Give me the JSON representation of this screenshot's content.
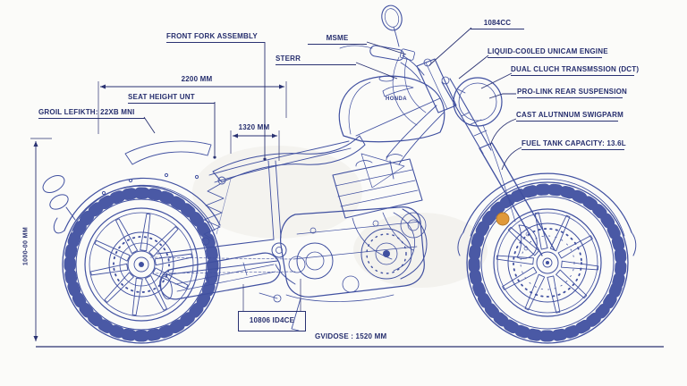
{
  "drawing": {
    "subject": "motorcycle technical blueprint",
    "brand": "HONDA",
    "labels": {
      "front_fork_assembly": "FRONT FORK ASSEMBLY",
      "steer": "STERR",
      "handlebar_callout": "MSME",
      "displacement": "1084CC",
      "engine": "LIQUID-CO0LED UNICAM ENGINE",
      "transmission": "DUAL CLUCH TRANSMSSION (DCT)",
      "rear_suspension": "PRO-LINK REAR SUSPENSION",
      "swingarm": "CAST ALUTNNUM SWIGPARM",
      "fuel_tank": "FUEL TANK CAPACITY: 13.6L",
      "seat_height": "SEAT HEIGHT UNT",
      "overall_length": "GROIL LEFIKTH: 22XB MNI",
      "dim_top": "2200 MM",
      "dim_seat": "1320 MM",
      "dim_height": "1000-00 MM",
      "part_code": "10806 ID4CE",
      "wheelbase": "GVIDOSE : 1520 MM"
    },
    "colors": {
      "line": "#4050a0",
      "annotation": "#2a3272",
      "accent_dot": "#e0993a",
      "background": "#fbfbf9"
    }
  }
}
